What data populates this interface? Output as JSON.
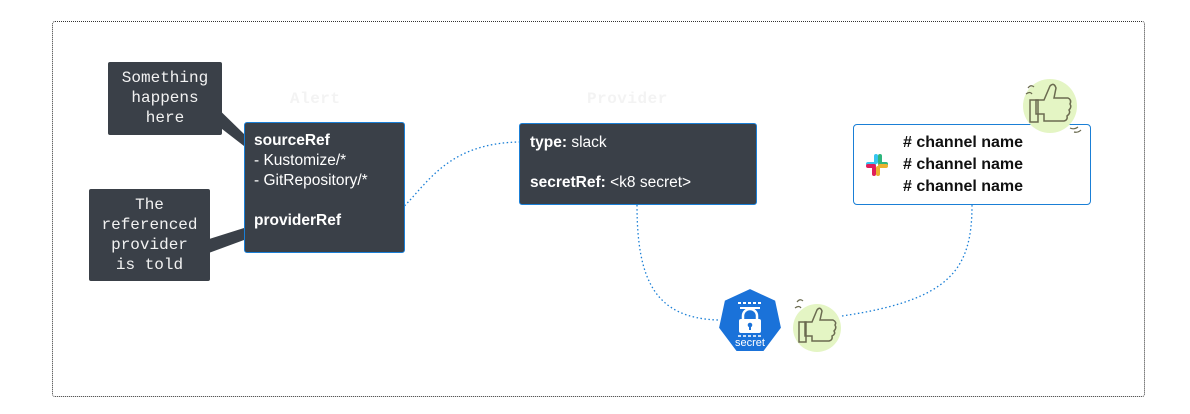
{
  "callouts": {
    "alert_trigger": "Something\nhappens\nhere",
    "provider_told": "The\nreferenced\nprovider\nis told"
  },
  "labels": {
    "alert": "Alert",
    "provider": "Provider"
  },
  "alert_card": {
    "source_ref": "sourceRef",
    "kinds": [
      "- Kustomize/*",
      "- GitRepository/*"
    ],
    "provider_ref": "providerRef"
  },
  "provider_card": {
    "type_key": "type:",
    "type_value": " slack",
    "secret_key": "secretRef:",
    "secret_value": " <k8 secret>"
  },
  "slack": {
    "channels": [
      "# channel name",
      "# channel name",
      "# channel name"
    ]
  },
  "secret": {
    "label": "secret"
  },
  "colors": {
    "card_bg": "#3a4048",
    "card_border": "#1a7fd6",
    "connector": "#1a7fd6",
    "secret_badge": "#1a72d9",
    "thumb_glow": "#e4f5c4"
  },
  "icons": {
    "slack": "slack-logo-icon",
    "secret": "kubernetes-secret-icon",
    "thumbs_up": "thumbs-up-icon"
  }
}
